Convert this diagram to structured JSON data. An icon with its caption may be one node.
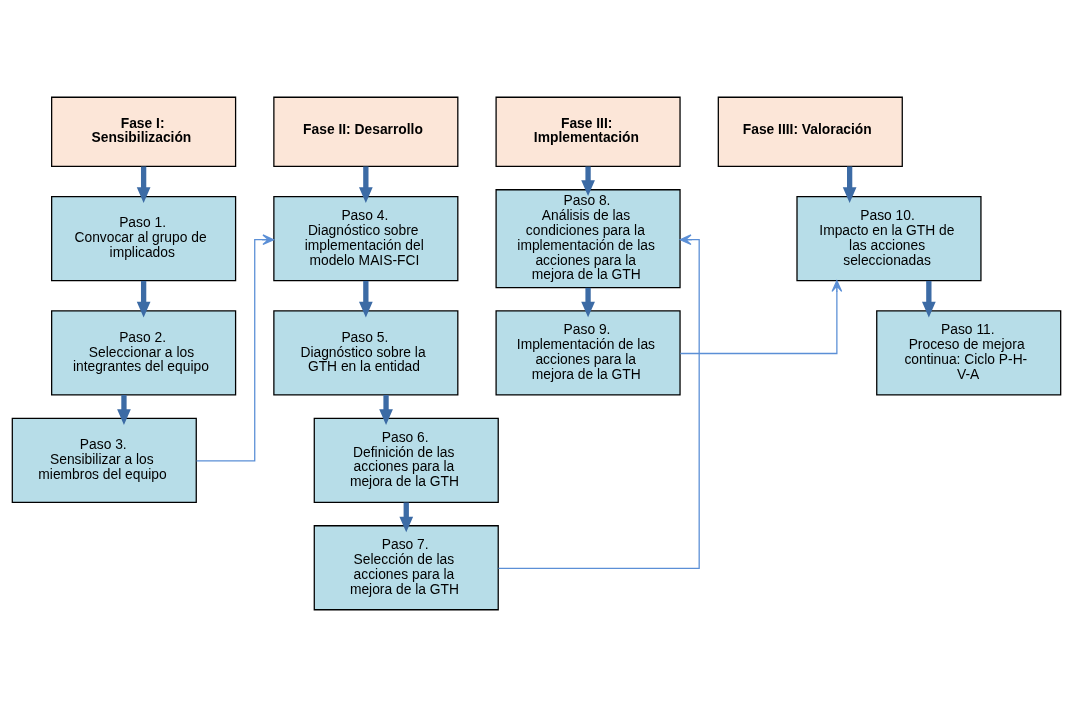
{
  "diagram": {
    "nodes": [
      {
        "text": [
          "Fase I: Sensibilización"
        ]
      },
      {
        "text": [
          "Paso 1.",
          "Convocar al grupo de implicados"
        ]
      },
      {
        "text": [
          "Paso 2.",
          "Seleccionar a los integrantes del equipo"
        ]
      },
      {
        "text": [
          "Paso 3.",
          "Sensibilizar a los miembros del equipo"
        ]
      },
      {
        "text": [
          "Fase II: Desarrollo"
        ]
      },
      {
        "text": [
          "Paso 4.",
          "Diagnóstico sobre implementación del modelo MAIS-FCI"
        ]
      },
      {
        "text": [
          "Paso 5.",
          "Diagnóstico sobre la GTH en la entidad"
        ]
      },
      {
        "text": [
          "Paso 6.",
          "Definición de las acciones para la mejora de la GTH"
        ]
      },
      {
        "text": [
          "Paso 7.",
          "Selección de las acciones para la mejora de la GTH"
        ]
      },
      {
        "text": [
          "Fase III: Implementación"
        ]
      },
      {
        "text": [
          "Paso 8.",
          "Análisis de las condiciones para la implementación de las acciones para la mejora de la GTH"
        ]
      },
      {
        "text": [
          "Paso 9.",
          "Implementación de las acciones para la mejora de la GTH"
        ]
      },
      {
        "text": [
          "Fase IIII: Valoración"
        ]
      },
      {
        "text": [
          "Paso 10.",
          "Impacto en la GTH de las acciones seleccionadas"
        ]
      },
      {
        "text": [
          "Paso 11.",
          "Proceso de mejora continua: Ciclo P-H-V-A"
        ]
      }
    ],
    "edges": [
      {
        "from": 0,
        "to": 1,
        "arrow": "to"
      },
      {
        "from": 1,
        "to": 2,
        "arrow": "to"
      },
      {
        "from": 2,
        "to": 3,
        "arrow": "to"
      },
      {
        "from": 3,
        "to": 5,
        "arrow": "to",
        "color": "#5b8fd6"
      },
      {
        "from": 4,
        "to": 5,
        "arrow": "to"
      },
      {
        "from": 5,
        "to": 6,
        "arrow": "to"
      },
      {
        "from": 6,
        "to": 7,
        "arrow": "to"
      },
      {
        "from": 7,
        "to": 8,
        "arrow": "to"
      },
      {
        "from": 8,
        "to": 10,
        "arrow": "to",
        "color": "#5b8fd6"
      },
      {
        "from": 9,
        "to": 10,
        "arrow": "to"
      },
      {
        "from": 10,
        "to": 11,
        "arrow": "to"
      },
      {
        "from": 11,
        "to": 13,
        "arrow": "to",
        "color": "#5b8fd6"
      },
      {
        "from": 12,
        "to": 13,
        "arrow": "to"
      },
      {
        "from": 13,
        "to": 14,
        "arrow": "to"
      }
    ]
  }
}
